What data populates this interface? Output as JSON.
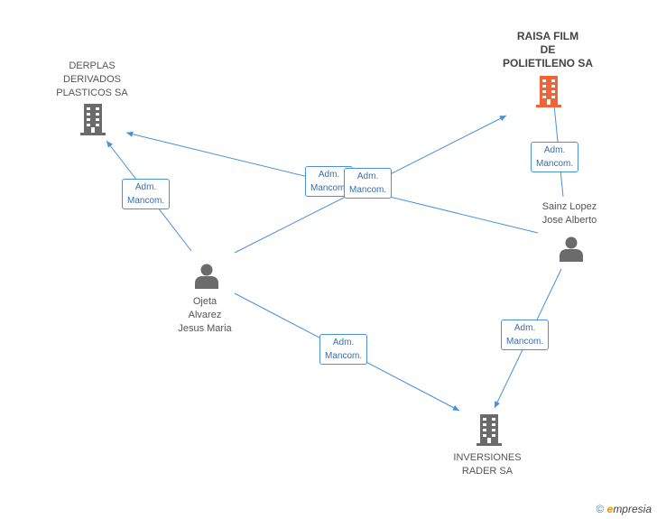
{
  "colors": {
    "edge": "#4a90d9",
    "company": "#6b6b6b",
    "company_highlight": "#f0643a",
    "person": "#6b6b6b"
  },
  "nodes": {
    "derplas": {
      "label": "DERPLAS\nDERIVADOS\nPLASTICOS SA",
      "icon": "building-icon"
    },
    "raisa": {
      "label": "RAISA FILM\nDE\nPOLIETILENO SA",
      "icon": "building-icon-highlight"
    },
    "inversiones": {
      "label": "INVERSIONES\nRADER SA",
      "icon": "building-icon"
    },
    "ojeta": {
      "label": "Ojeta\nAlvarez\nJesus Maria",
      "icon": "person-icon"
    },
    "sainz": {
      "label": "Sainz Lopez\nJose Alberto",
      "icon": "person-icon"
    }
  },
  "edges": [
    {
      "id": "ojeta-derplas",
      "label": "Adm.\nMancom."
    },
    {
      "id": "sainz-derplas",
      "label": "Adm.\nMancom."
    },
    {
      "id": "ojeta-raisa",
      "label": "Adm.\nMancom."
    },
    {
      "id": "sainz-raisa",
      "label": "Adm.\nMancom."
    },
    {
      "id": "ojeta-inversiones",
      "label": "Adm.\nMancom."
    },
    {
      "id": "sainz-inversiones",
      "label": "Adm.\nMancom."
    }
  ],
  "footer": {
    "symbol": "©",
    "brand_initial": "e",
    "brand_rest": "mpresia"
  }
}
